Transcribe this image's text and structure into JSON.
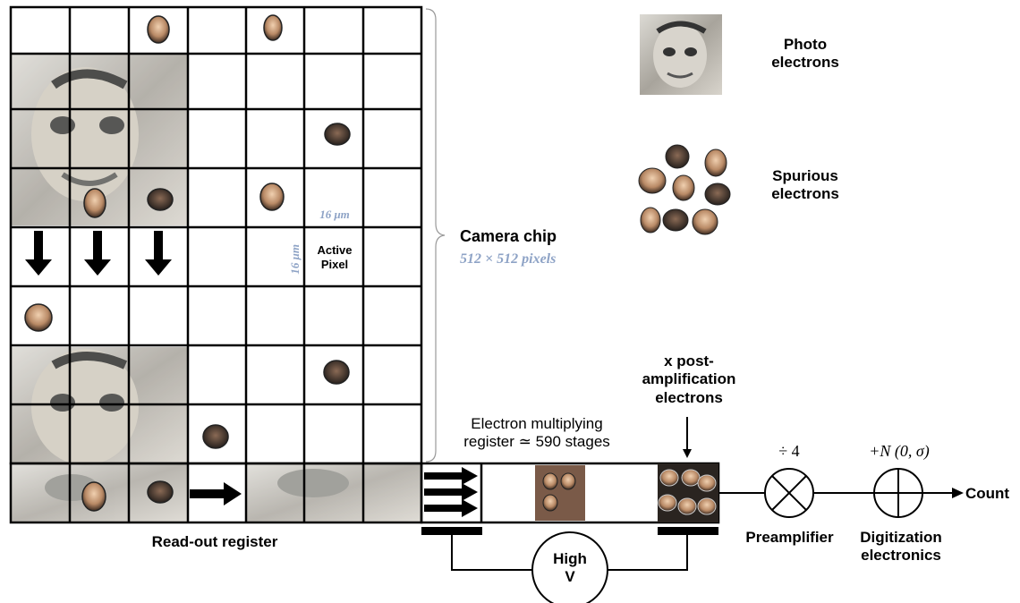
{
  "labels": {
    "photo_electrons_1": "Photo",
    "photo_electrons_2": "electrons",
    "spurious_electrons_1": "Spurious",
    "spurious_electrons_2": "electrons",
    "camera_chip": "Camera chip",
    "chip_size": "512 × 512 pixels",
    "pixel_width": "16 μm",
    "pixel_height": "16 μm",
    "active_pixel_1": "Active",
    "active_pixel_2": "Pixel",
    "multiplying_register_1": "Electron multiplying",
    "multiplying_register_2": "register ≃ 590 stages",
    "post_amp_1": "x post-",
    "post_amp_2": "amplification",
    "post_amp_3": "electrons",
    "divide": "÷ 4",
    "noise": "+N (0, σ)",
    "count": "Count",
    "preamplifier": "Preamplifier",
    "digitization_1": "Digitization",
    "digitization_2": "electronics",
    "readout_register": "Read-out register",
    "high_v_1": "High",
    "high_v_2": "V"
  },
  "colors": {
    "grid_line": "#000000",
    "dimension_text": "#8ea3c6",
    "photo_tint": "#9a9a94",
    "face_tint": "#c9a78a"
  },
  "icons": {
    "photo_electron": "face-photo-icon",
    "spurious_electron": "face-small-icon",
    "arrow": "arrow-down-icon",
    "multiplier": "circle-cross-icon",
    "adder": "circle-plus-icon"
  }
}
